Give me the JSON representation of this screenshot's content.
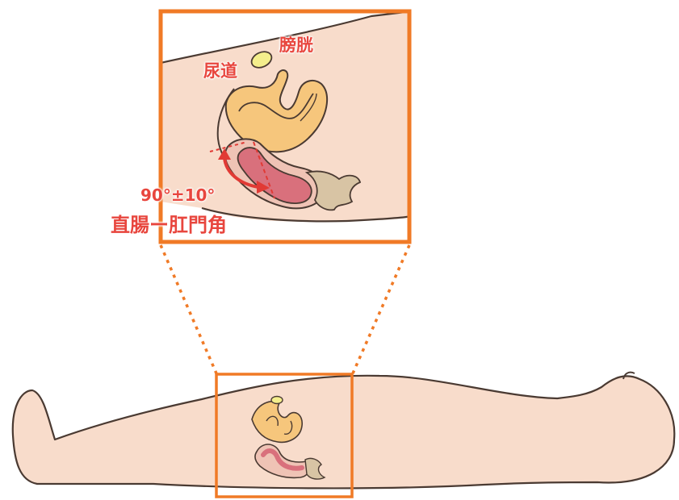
{
  "labels": {
    "bladder": "膀胱",
    "urethra": "尿道",
    "angle_value": "90°±10°",
    "angle_name": "直腸ー肛門角"
  },
  "colors": {
    "frame": "#f07a26",
    "skin": "#f8dccb",
    "outline": "#4a3a32",
    "bladder": "#f4ee8c",
    "uterus": "#f6c67c",
    "rectum": "#d9707c",
    "rectum_wall": "#efc3b5",
    "colon": "#d8c4a4",
    "label_text": "#e8463e",
    "arrow": "#e13a35"
  }
}
